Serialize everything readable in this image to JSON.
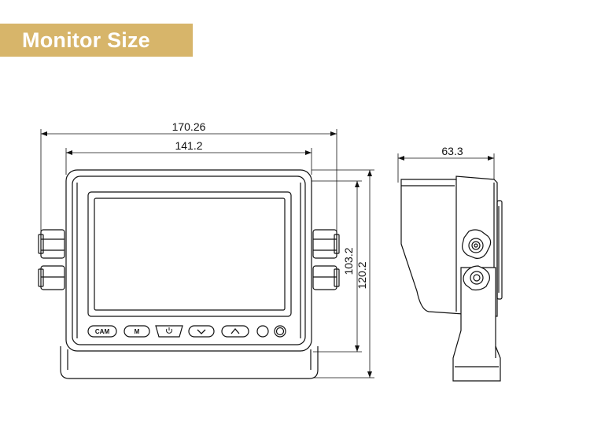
{
  "header": {
    "title": "Monitor Size"
  },
  "dimensions": {
    "front_overall_width": "170.26",
    "front_screen_width": "141.2",
    "front_inner_height": "103.2",
    "front_overall_height": "120.2",
    "side_depth": "63.3"
  },
  "buttons": {
    "cam": "CAM",
    "mode": "M"
  },
  "colors": {
    "accent": "#d7b56a",
    "line": "#111111"
  }
}
